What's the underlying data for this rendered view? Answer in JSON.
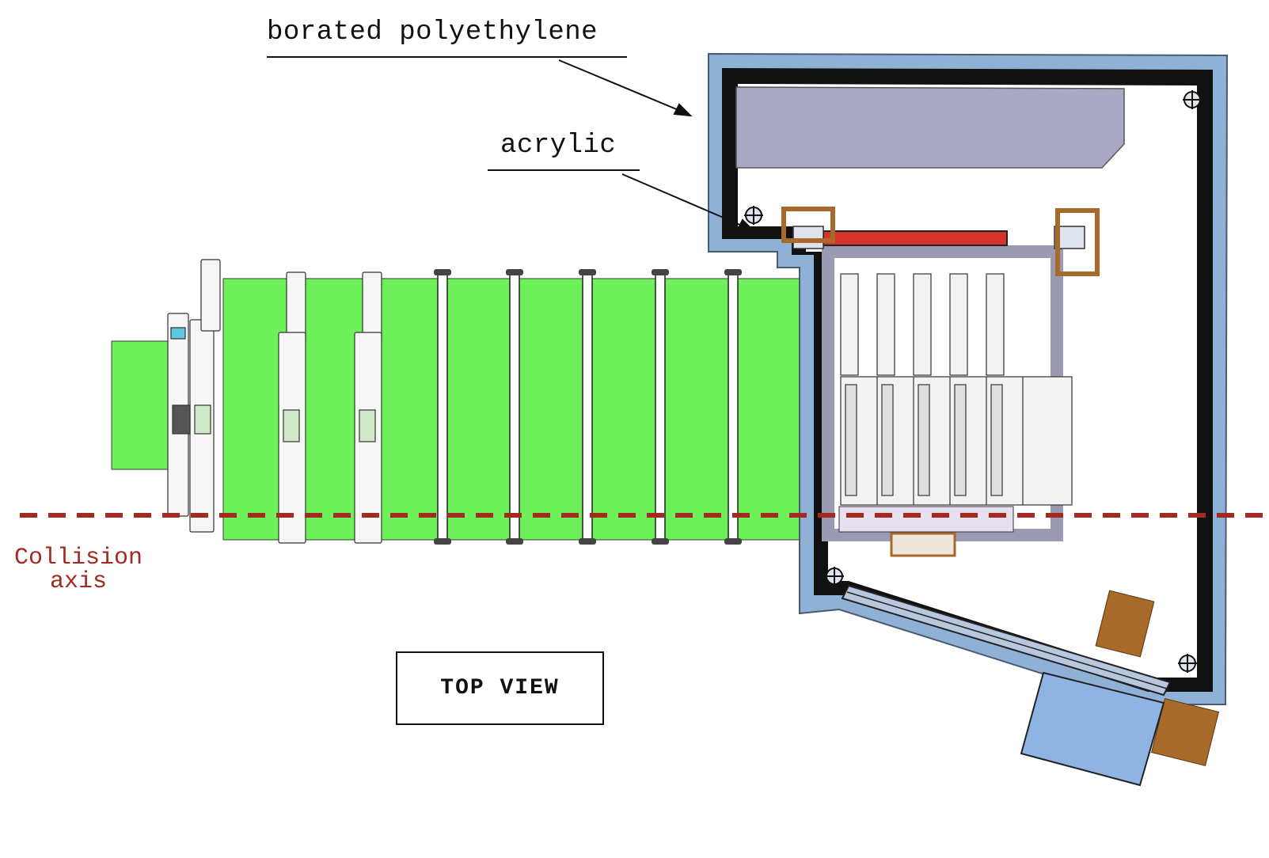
{
  "labels": {
    "borated_polyethylene": "borated polyethylene",
    "acrylic": "acrylic",
    "collision_axis_line1": "Collision",
    "collision_axis_line2": "axis",
    "view": "TOP VIEW"
  },
  "colors": {
    "green_panel": "#6ef05a",
    "shield_outer": "#8fb1d6",
    "shield_inner": "#111111",
    "borated_block": "#a9a9c6",
    "acrylic_bar": "#d6332a",
    "axis_line": "#a22a20",
    "copper": "#a86a2a",
    "window_blue": "#8fb4e4",
    "rack": "#f2f2f2",
    "gray_wall": "#b8b8c8"
  },
  "icons": [
    "crosshair-icon"
  ]
}
